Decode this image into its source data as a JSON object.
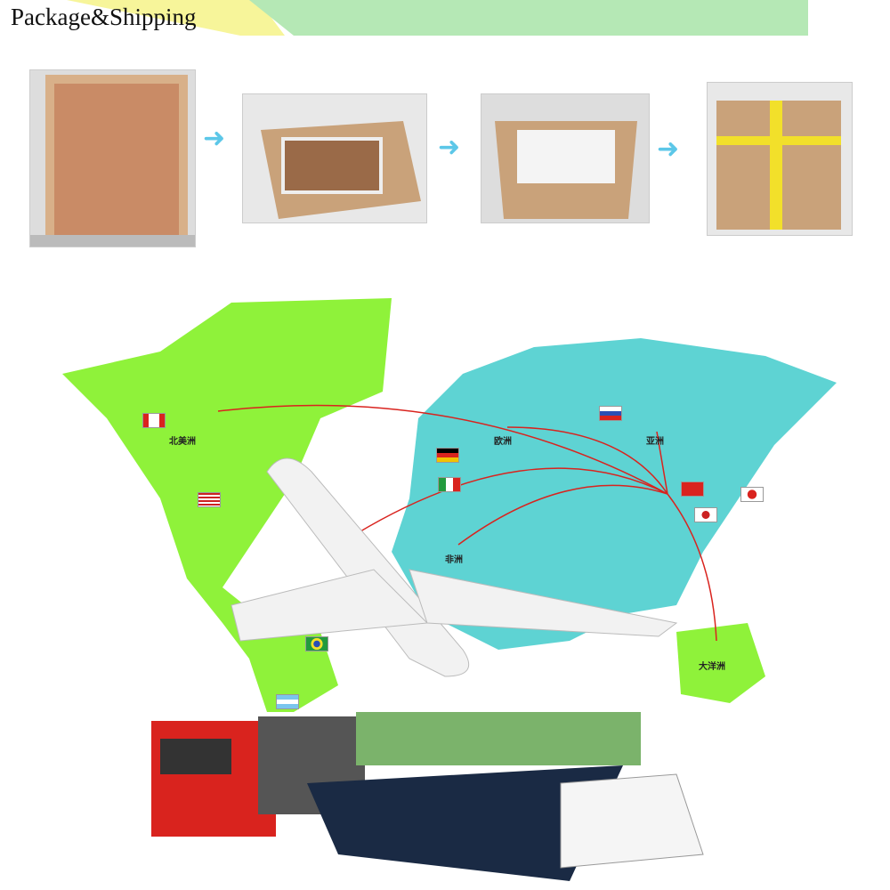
{
  "header": {
    "title": "Package&Shipping"
  },
  "colors": {
    "banner_green": "#b5e8b5",
    "banner_yellow": "#f7f59a",
    "map_green": "#8ff23a",
    "map_teal": "#5ed3d3",
    "route_red": "#d9231e",
    "arrow_blue": "#5cc7e8"
  },
  "package_steps": [
    {
      "name": "wooden-crate"
    },
    {
      "name": "open-carton-with-parts"
    },
    {
      "name": "open-carton-with-foam"
    },
    {
      "name": "sealed-carton"
    }
  ],
  "map": {
    "labels": {
      "north_america": "北美洲",
      "europe": "欧洲",
      "asia": "亚洲",
      "africa": "非洲",
      "oceania": "大洋洲"
    }
  }
}
